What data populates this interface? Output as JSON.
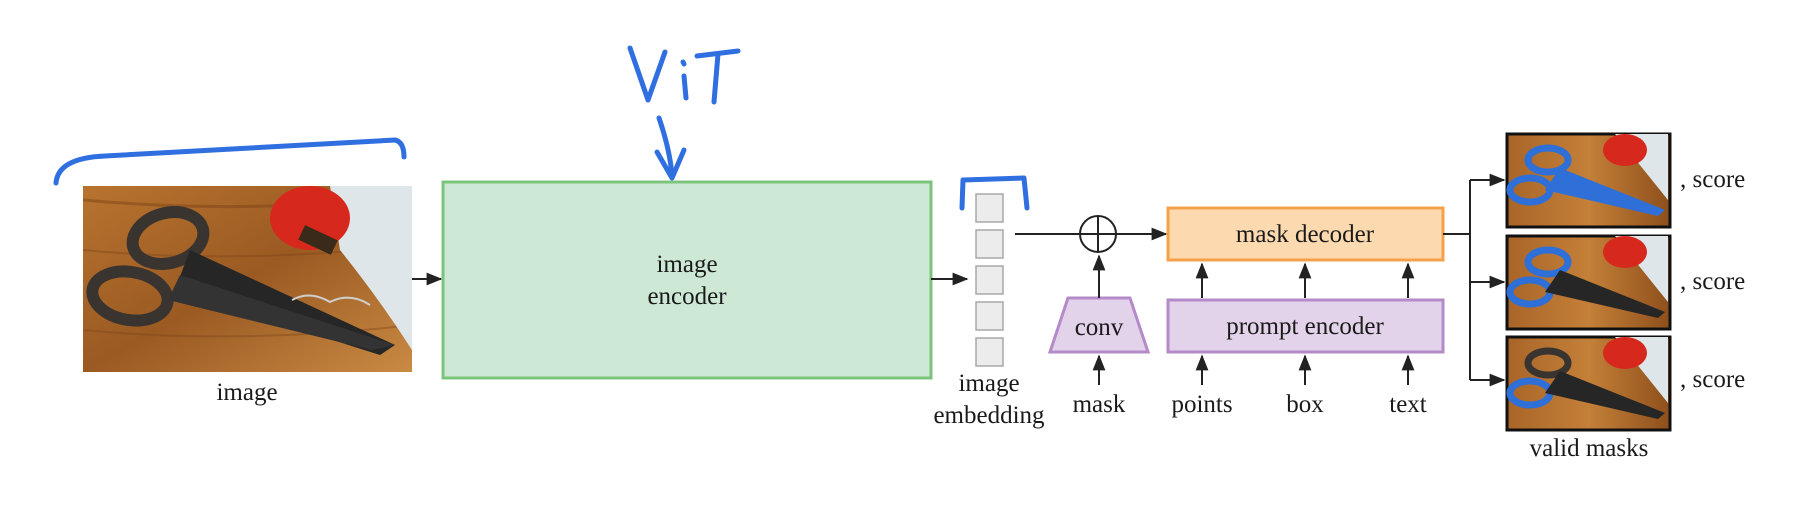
{
  "diagram": {
    "input_label": "image",
    "encoder_label_line1": "image",
    "encoder_label_line2": "encoder",
    "embedding_label_line1": "image",
    "embedding_label_line2": "embedding",
    "conv_label": "conv",
    "mask_label": "mask",
    "mask_decoder_label": "mask decoder",
    "prompt_encoder_label": "prompt encoder",
    "prompt_inputs": [
      "points",
      "box",
      "text"
    ],
    "output_score_label": ", score",
    "output_caption": "valid masks"
  },
  "annotation": {
    "handwritten_text": "ViT"
  },
  "colors": {
    "encoder_fill": "#cde9d5",
    "encoder_stroke": "#7cc47c",
    "decoder_fill": "#fdd9b0",
    "decoder_stroke": "#f5a04a",
    "prompt_fill": "#e2d2ea",
    "prompt_stroke": "#b48ac9",
    "annotation_ink": "#2f6fe0",
    "mask_blue": "#2e6fd8"
  }
}
